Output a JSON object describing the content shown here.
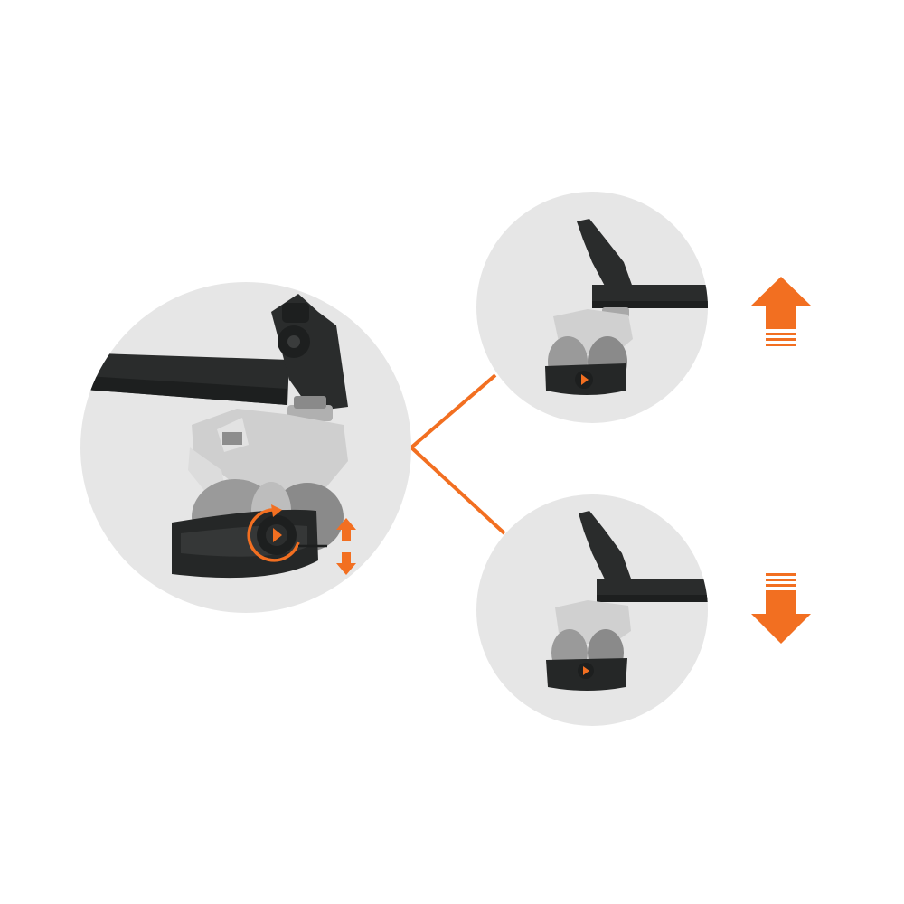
{
  "colors": {
    "background": "#ffffff",
    "circle": "#e6e6e6",
    "accent": "#f26f21",
    "arm": "#2a2c2c",
    "arm_dark": "#1d1f1f",
    "clamp_light": "#d8d8d8",
    "clamp_mid": "#bdbdbd",
    "wheel": "#9a9a9a",
    "wheel_dark": "#6e6e6e",
    "bumper": "#252727"
  },
  "scenes": [
    {
      "name": "main-detail",
      "icon": "caster-wheel-icon",
      "arrow": "up-down-arrow-icon"
    },
    {
      "name": "raised-state",
      "icon": "caster-wheel-icon",
      "arrow": "up-arrow-icon"
    },
    {
      "name": "lowered-state",
      "icon": "caster-wheel-icon",
      "arrow": "down-arrow-icon"
    }
  ]
}
